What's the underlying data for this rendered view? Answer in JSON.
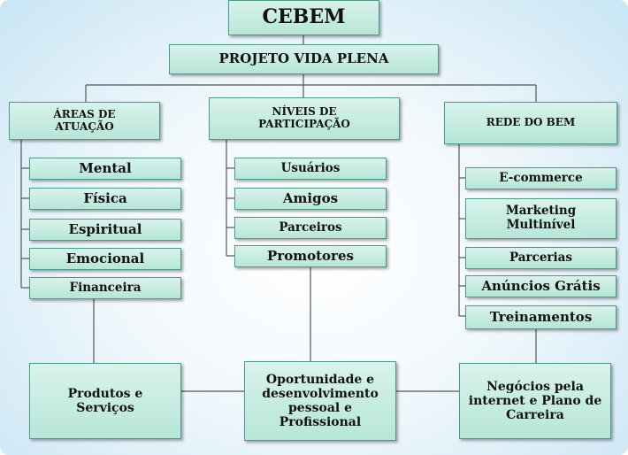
{
  "title": "CEBEM",
  "project": "PROJETO VIDA PLENA",
  "columns": [
    {
      "header": "ÁREAS DE ATUAÇÃO",
      "items": [
        "Mental",
        "Física",
        "Espiritual",
        "Emocional",
        "Financeira"
      ],
      "outcome": "Produtos e Serviços"
    },
    {
      "header": "NÍVEIS DE PARTICIPAÇÃO",
      "items": [
        "Usuários",
        "Amigos",
        "Parceiros",
        "Promotores"
      ],
      "outcome": "Oportunidade e desenvolvimento pessoal e Profissional"
    },
    {
      "header": "REDE DO BEM",
      "items": [
        "E-commerce",
        "Marketing Multinível",
        "Parcerias",
        "Anúncios Grátis",
        "Treinamentos"
      ],
      "outcome": "Negócios pela internet e Plano de Carreira"
    }
  ]
}
